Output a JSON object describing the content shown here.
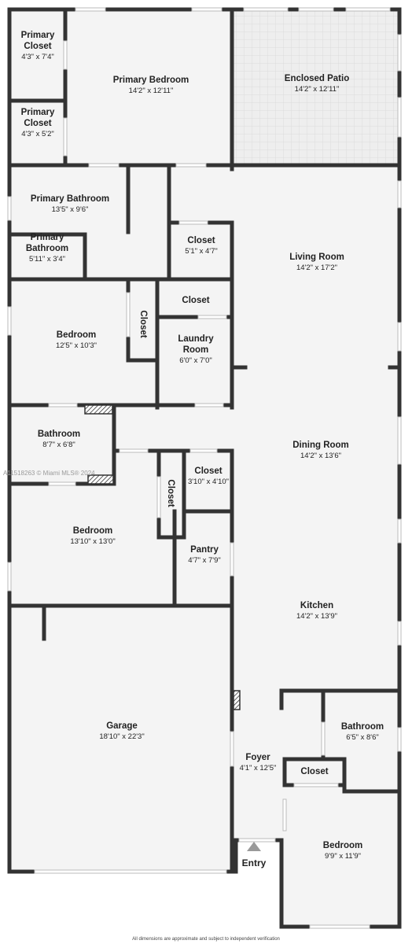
{
  "rooms": [
    {
      "id": "primary-closet-1",
      "name": [
        "Primary",
        "Closet"
      ],
      "dim": "4'3\" x 7'4\""
    },
    {
      "id": "primary-closet-2",
      "name": [
        "Primary",
        "Closet"
      ],
      "dim": "4'3\" x 5'2\""
    },
    {
      "id": "primary-bedroom",
      "name": [
        "Primary Bedroom"
      ],
      "dim": "14'2\" x 12'11\""
    },
    {
      "id": "enclosed-patio",
      "name": [
        "Enclosed Patio"
      ],
      "dim": "14'2\" x 12'11\""
    },
    {
      "id": "primary-bathroom-1",
      "name": [
        "Primary Bathroom"
      ],
      "dim": "13'5\" x 9'6\""
    },
    {
      "id": "primary-bathroom-2",
      "name": [
        "Primary",
        "Bathroom"
      ],
      "dim": "5'11\" x 3'4\""
    },
    {
      "id": "closet-upper",
      "name": [
        "Closet"
      ],
      "dim": "5'1\" x 4'7\""
    },
    {
      "id": "living-room",
      "name": [
        "Living Room"
      ],
      "dim": "14'2\" x 17'2\""
    },
    {
      "id": "closet-laundry",
      "name": [
        "Closet"
      ],
      "dim": ""
    },
    {
      "id": "bedroom-1",
      "name": [
        "Bedroom"
      ],
      "dim": "12'5\" x 10'3\""
    },
    {
      "id": "closet-vertical-1",
      "name": [
        "Closet"
      ],
      "dim": "",
      "rotated": true
    },
    {
      "id": "laundry-room",
      "name": [
        "Laundry",
        "Room"
      ],
      "dim": "6'0\" x 7'0\""
    },
    {
      "id": "bathroom-1",
      "name": [
        "Bathroom"
      ],
      "dim": "8'7\" x 6'8\""
    },
    {
      "id": "dining-room",
      "name": [
        "Dining Room"
      ],
      "dim": "14'2\" x 13'6\""
    },
    {
      "id": "closet-mid",
      "name": [
        "Closet"
      ],
      "dim": "3'10\" x 4'10\""
    },
    {
      "id": "closet-vertical-2",
      "name": [
        "Closet"
      ],
      "dim": "",
      "rotated": true
    },
    {
      "id": "bedroom-2",
      "name": [
        "Bedroom"
      ],
      "dim": "13'10\" x 13'0\""
    },
    {
      "id": "pantry",
      "name": [
        "Pantry"
      ],
      "dim": "4'7\" x 7'9\""
    },
    {
      "id": "kitchen",
      "name": [
        "Kitchen"
      ],
      "dim": "14'2\" x 13'9\""
    },
    {
      "id": "garage",
      "name": [
        "Garage"
      ],
      "dim": "18'10\" x 22'3\""
    },
    {
      "id": "bathroom-2",
      "name": [
        "Bathroom"
      ],
      "dim": "6'5\" x 8'6\""
    },
    {
      "id": "foyer",
      "name": [
        "Foyer"
      ],
      "dim": "4'1\" x 12'5\""
    },
    {
      "id": "closet-foyer",
      "name": [
        "Closet"
      ],
      "dim": ""
    },
    {
      "id": "bedroom-3",
      "name": [
        "Bedroom"
      ],
      "dim": "9'9\" x 11'9\""
    }
  ],
  "entry_label": "Entry",
  "watermark": "A11518263 © Miami MLS® 2024",
  "footnote": "All dimensions are approximate and subject to independent verification",
  "colors": {
    "wall": "#333333",
    "floor": "#f4f4f4",
    "patio_floor": "#eeeeee",
    "patio_tile": "#dddddd",
    "window": "#cccccc",
    "entry_arrow": "#999999",
    "text": "#222222"
  }
}
